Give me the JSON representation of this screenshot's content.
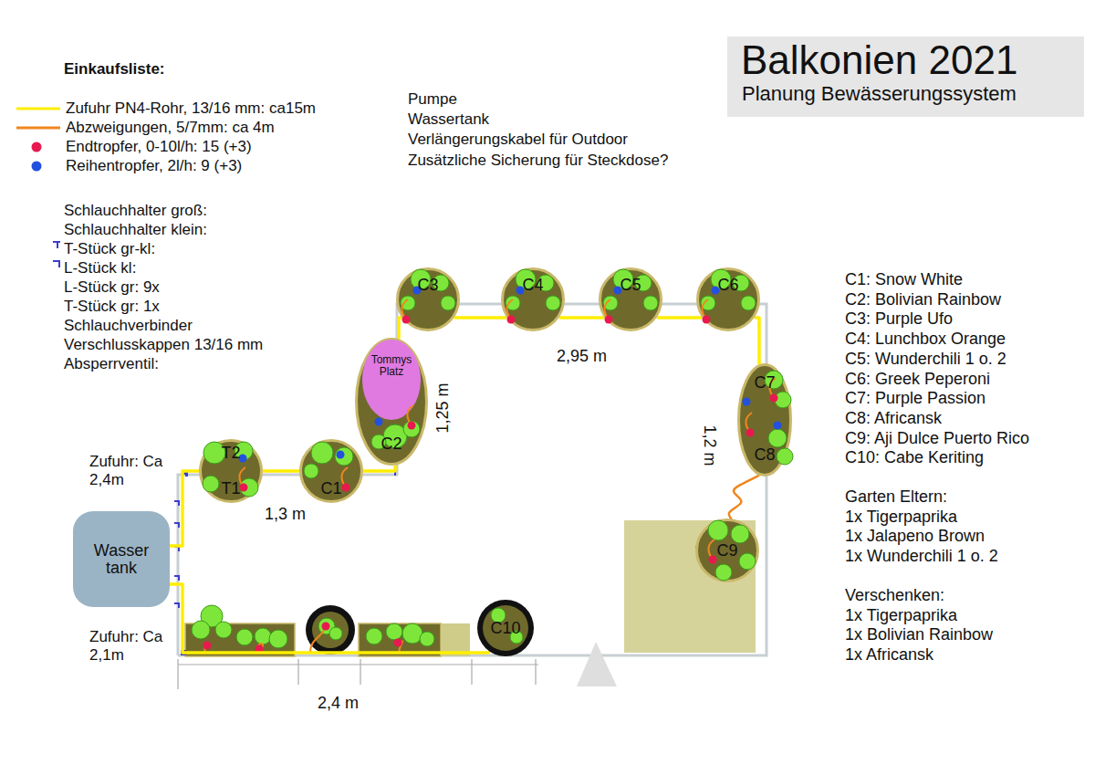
{
  "diagram": {
    "title": "Balkonien 2021",
    "nodes": [
      {
        "text": [
          "T2",
          "T1"
        ]
      },
      {
        "text": [
          "C1"
        ]
      },
      {
        "text": [
          "Tommys Platz",
          "C2"
        ]
      },
      {
        "text": [
          "C3"
        ]
      },
      {
        "text": [
          "C4"
        ]
      },
      {
        "text": [
          "C5"
        ]
      },
      {
        "text": [
          "C6"
        ]
      },
      {
        "text": [
          "C7",
          "C8"
        ]
      },
      {
        "text": [
          "C9"
        ]
      },
      {
        "text": [
          "Wasser tank"
        ]
      },
      {
        "text": [
          "C10"
        ]
      }
    ],
    "edges": [
      {
        "from": 9,
        "to": 0,
        "arrow": "none"
      },
      {
        "from": 0,
        "to": 1,
        "arrow": "none"
      },
      {
        "from": 1,
        "to": 2,
        "arrow": "none"
      },
      {
        "from": 2,
        "to": 3,
        "arrow": "none"
      },
      {
        "from": 3,
        "to": 4,
        "arrow": "none"
      },
      {
        "from": 4,
        "to": 5,
        "arrow": "none"
      },
      {
        "from": 5,
        "to": 6,
        "arrow": "none"
      },
      {
        "from": 6,
        "to": 7,
        "arrow": "none"
      },
      {
        "from": 7,
        "to": 8,
        "arrow": "none"
      },
      {
        "from": 9,
        "to": 10,
        "arrow": "none"
      }
    ],
    "labels": [
      "Einkaufsliste:",
      "Schlauchhalter groß:",
      "Schlauchhalter klein:",
      "T-Stück gr-kl:",
      "L-Stück kl:",
      "L-Stück gr: 9x",
      "T-Stück gr: 1x",
      "Schlauchverbinder",
      "Verschlusskappen 13/16 mm",
      "Absperrventil:",
      "Pumpe",
      "Wassertank",
      "Verlängerungskabel für Outdoor",
      "Zusätzliche Sicherung für Steckdose?",
      "C1: Snow White",
      "C2: Bolivian Rainbow",
      "C3: Purple Ufo",
      "C4: Lunchbox Orange",
      "C5: Wunderchili 1 o. 2",
      "C6: Greek Peperoni",
      "C7: Purple Passion",
      "C8: Africansk",
      "C9: Aji Dulce Puerto Rico",
      "C10: Cabe Keriting",
      "Garten Eltern:",
      "1x Tigerpaprika",
      "1x Jalapeno Brown",
      "1x Wunderchili 1 o. 2",
      "Verschenken:",
      "1x Tigerpaprika",
      "1x Bolivian Rainbow",
      "1x Africansk",
      "Zufuhr: Ca 2,4m",
      "Zufuhr: Ca 2,1m",
      "1,3 m",
      "1,25 m",
      "2,95 m",
      "1,2 m",
      "2,4 m",
      "Planung Bewässerungssystem"
    ],
    "legend": [
      {
        "text": "Zufuhr PN4-Rohr, 13/16 mm: ca15m",
        "color": "#ffee00"
      },
      {
        "text": "Abzweigungen, 5/7mm: ca 4m",
        "color": "#f0861e"
      },
      {
        "text": "Endtropfer, 0-10l/h: 15 (+3)",
        "color": "#e8194f"
      },
      {
        "text": "Reihentropfer, 2l/h: 9 (+3)",
        "color": "#2450e0"
      }
    ]
  }
}
